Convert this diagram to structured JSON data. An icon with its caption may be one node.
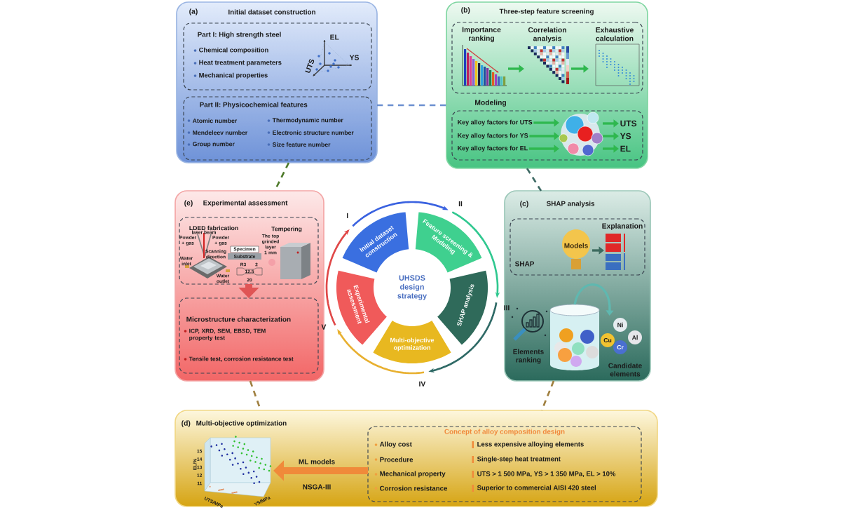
{
  "diagram": {
    "nodes": [
      {
        "text": [
          "(a)",
          "Initial dataset construction"
        ]
      },
      {
        "text": [
          "Part I: High strength steel",
          "Chemical composition",
          "Heat treatment parameters",
          "Mechanical properties"
        ],
        "in": 0
      },
      {
        "text": [
          "Part II: Physicochemical features",
          "Atomic number",
          "Thermodynamic number",
          "Mendeleev number",
          "Electronic structure number",
          "Group number",
          "Size feature number"
        ],
        "in": 0
      },
      {
        "text": [
          "(b)",
          "Three-step feature screening"
        ]
      },
      {
        "text": [],
        "shape": "box",
        "in": 3
      },
      {
        "text": [
          "Importance ranking"
        ],
        "in": 4
      },
      {
        "text": [
          "Correlation analysis"
        ],
        "in": 4
      },
      {
        "text": [
          "Exhaustive calculation"
        ],
        "in": 4
      },
      {
        "text": [
          "Modeling"
        ],
        "in": 3
      },
      {
        "text": [
          "Key alloy factors for UTS"
        ],
        "in": 8
      },
      {
        "text": [
          "Key alloy factors for YS"
        ],
        "in": 8
      },
      {
        "text": [
          "Key alloy factors for EL"
        ],
        "in": 8
      },
      {
        "text": [],
        "shape": "picture",
        "in": 8
      },
      {
        "text": [
          "UTS"
        ],
        "in": 8
      },
      {
        "text": [
          "YS"
        ],
        "in": 8
      },
      {
        "text": [
          "EL"
        ],
        "in": 8
      },
      {
        "text": [
          "(c)",
          "SHAP analysis"
        ]
      },
      {
        "text": [],
        "shape": "box",
        "in": 16
      },
      {
        "text": [
          "SHAP"
        ],
        "in": 17
      },
      {
        "text": [
          "Models"
        ],
        "in": 17
      },
      {
        "text": [
          "Explanation"
        ],
        "in": 17
      },
      {
        "text": [
          "Elements ranking"
        ],
        "in": 16
      },
      {
        "text": [],
        "shape": "cylinder",
        "in": 16
      },
      {
        "text": [
          "Candidate elements"
        ],
        "in": 16
      },
      {
        "text": [
          "(e)",
          "Experimental assessment"
        ]
      },
      {
        "text": [
          "LDED fabrication",
          "Tempering"
        ],
        "in": 24
      },
      {
        "text": [
          "Microstructure characterization",
          "ICP, XRD, SEM, EBSD, TEM property test",
          "Tensile test, corrosion resistance test"
        ],
        "in": 24
      },
      {
        "text": [
          "(d)",
          "Multi-objective optimization"
        ]
      },
      {
        "text": [],
        "shape": "picture",
        "in": 27
      },
      {
        "text": [
          "Concept of alloy composition design",
          "Alloy cost",
          "Less expensive alloying elements",
          "Procedure",
          "Single-step heat treatment",
          "Mechanical property",
          "UTS > 1 500 MPa, YS > 1 350 MPa, EL > 10%",
          "Corrosion resistance",
          "Superior to commercial AISI 420 steel"
        ],
        "in": 27
      },
      {
        "text": [
          "UHSDS design strategy"
        ]
      },
      {
        "text": [
          "Initial dataset construction"
        ]
      },
      {
        "text": [
          "Feature screening & Modeling"
        ]
      },
      {
        "text": [
          "SHAP analysis"
        ]
      },
      {
        "text": [
          "Multi-objective optimization"
        ]
      },
      {
        "text": [
          "Experimental assessment"
        ]
      }
    ],
    "edges": [
      {
        "from": 5,
        "to": 6,
        "arrow": "to"
      },
      {
        "from": 6,
        "to": 7,
        "arrow": "to"
      },
      {
        "from": 9,
        "to": 12,
        "arrow": "to"
      },
      {
        "from": 10,
        "to": 12,
        "arrow": "to"
      },
      {
        "from": 11,
        "to": 12,
        "arrow": "to"
      },
      {
        "from": 12,
        "to": 13,
        "arrow": "to"
      },
      {
        "from": 12,
        "to": 14,
        "arrow": "to"
      },
      {
        "from": 12,
        "to": 15,
        "arrow": "to"
      },
      {
        "from": 19,
        "to": 20,
        "arrow": "to",
        "color": "#3d6b60"
      },
      {
        "from": 22,
        "to": 23,
        "arrow": "to",
        "color": "#5fb8b0"
      },
      {
        "from": 25,
        "to": 26,
        "arrow": "to",
        "style": "thick",
        "color": "#e05555"
      },
      {
        "from": 29,
        "to": 28,
        "arrow": "to",
        "style": "thick",
        "color": "#f08a3a",
        "label": "ML models"
      },
      {
        "from": 31,
        "to": 32,
        "arrow": "to",
        "color": "#3a62e0",
        "label": "II"
      },
      {
        "from": 32,
        "to": 33,
        "arrow": "to",
        "color": "#30c890",
        "label": "III"
      },
      {
        "from": 33,
        "to": 34,
        "arrow": "to",
        "color": "#2f6a66",
        "label": "IV"
      },
      {
        "from": 34,
        "to": 35,
        "arrow": "to",
        "color": "#e8b030",
        "label": "V"
      },
      {
        "from": 35,
        "to": 31,
        "arrow": "to",
        "color": "#e04848",
        "label": "I"
      },
      {
        "from": 0,
        "to": 3,
        "arrow": "none",
        "style": "dashed",
        "color": "#6b8fd0"
      },
      {
        "from": 0,
        "to": 24,
        "arrow": "none",
        "style": "dashed",
        "color": "#4e7a2a"
      },
      {
        "from": 3,
        "to": 16,
        "arrow": "none",
        "style": "dashed",
        "color": "#3e6a64"
      },
      {
        "from": 24,
        "to": 27,
        "arrow": "none",
        "style": "dashed",
        "color": "#a08040"
      },
      {
        "from": 16,
        "to": 27,
        "arrow": "none",
        "style": "dashed",
        "color": "#a08040"
      }
    ],
    "labels": [
      "EL",
      "YS",
      "UTS",
      "laser beam",
      "Powder + gas",
      "Powder + gas",
      "Scanning direction",
      "Specimen",
      "Substrate",
      "The top grinded layer 1 mm",
      "Water inlet",
      "Water outlet",
      "R3",
      "2",
      "12.5",
      "20",
      "Ni",
      "Cu",
      "Al",
      "Cr",
      "EL/%",
      "15",
      "14",
      "13",
      "12",
      "11",
      "UTS/MPa",
      "YS/MPa",
      "NSGA-III"
    ]
  }
}
